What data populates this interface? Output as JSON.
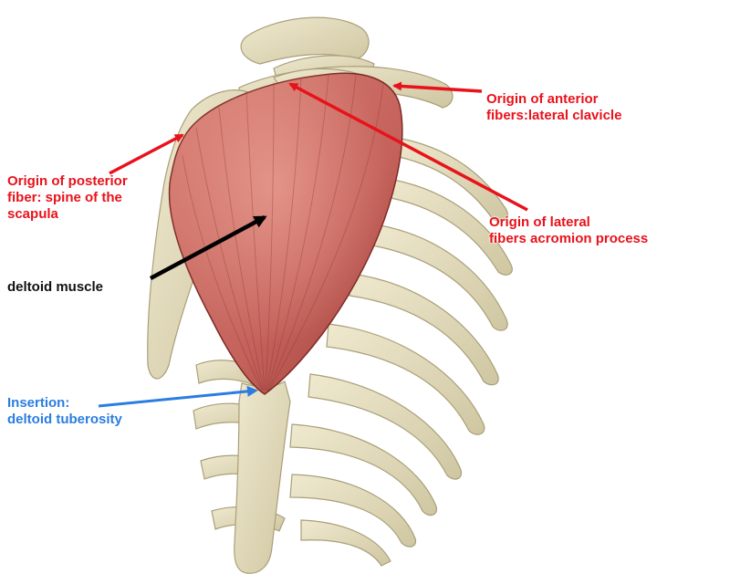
{
  "colors": {
    "origin_arrow": "#e8121b",
    "muscle_arrow": "#000000",
    "insertion_arrow": "#2a7de1",
    "bone": "#ddd6b8",
    "bone_shadow": "#b9b08c",
    "muscle": "#c96a63",
    "muscle_dark": "#9e3e39"
  },
  "labels": {
    "anterior": "Origin of anterior\nfibers:lateral clavicle",
    "posterior": "Origin of posterior\nfiber: spine of the\nscapula",
    "lateral": "Origin of lateral\nfibers acromion process",
    "muscle": "deltoid muscle",
    "insertion": "Insertion:\ndeltoid tuberosity"
  },
  "icons": {
    "arrows": "arrow-icon"
  }
}
